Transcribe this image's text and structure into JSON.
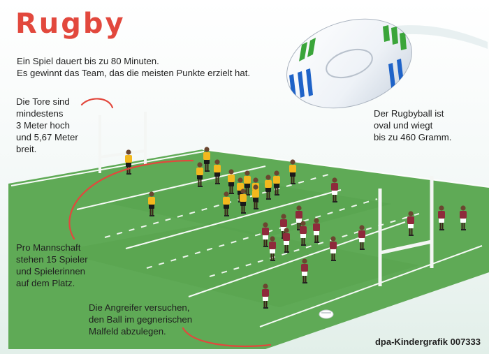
{
  "title": "Rugby",
  "intro_lines": [
    "Ein Spiel dauert bis zu 80 Minuten.",
    "Es gewinnt das Team, das die meisten Punkte erzielt hat."
  ],
  "goals_lines": [
    "Die Tore sind",
    "mindestens",
    "3 Meter hoch",
    "und 5,67 Meter",
    "breit."
  ],
  "ball_lines": [
    "Der Rugbyball ist",
    "oval und wiegt",
    "bis zu 460 Gramm."
  ],
  "team_lines": [
    "Pro Mannschaft",
    "stehen 15 Spieler",
    "und Spielerinnen",
    "auf dem Platz."
  ],
  "attack_lines": [
    "Die Angreifer versuchen,",
    "den Ball im gegnerischen",
    "Malfeld abzulegen."
  ],
  "credit": "dpa-Kindergrafik 007333",
  "colors": {
    "title": "#e2483d",
    "pointer": "#e2483d",
    "field_light": "#5faa56",
    "field_dark": "#4d9a46",
    "yellow_team": "#f2b81e",
    "red_team": "#8e2a3b",
    "ball_stripe": "#1f63c8",
    "ball_fin": "#3aa53a"
  }
}
